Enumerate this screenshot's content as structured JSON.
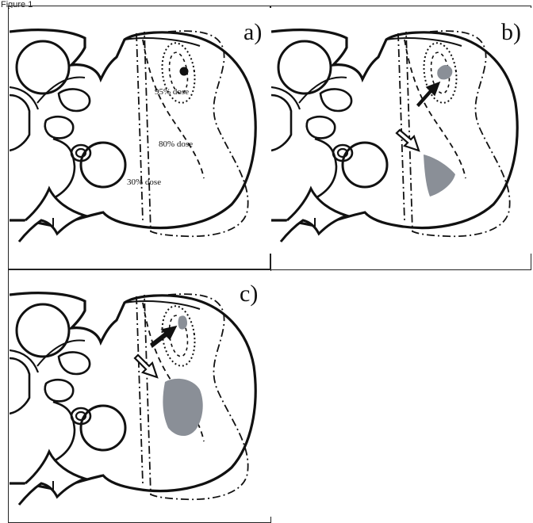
{
  "figure_label": "Figure 1",
  "panels": [
    {
      "label": "a)",
      "dose_labels": [
        "95% dose",
        "80% dose",
        "30% dose"
      ],
      "target_marker": "solid black dot"
    },
    {
      "label": "b)",
      "solid_arrow": "black filled arrow",
      "hollow_arrow": "white outlined arrow"
    },
    {
      "label": "c)",
      "solid_arrow": "black filled arrow",
      "hollow_arrow": "white outlined arrow"
    }
  ],
  "colors": {
    "outline": "#111111",
    "shade": "#8a8f97",
    "background": "#ffffff"
  }
}
